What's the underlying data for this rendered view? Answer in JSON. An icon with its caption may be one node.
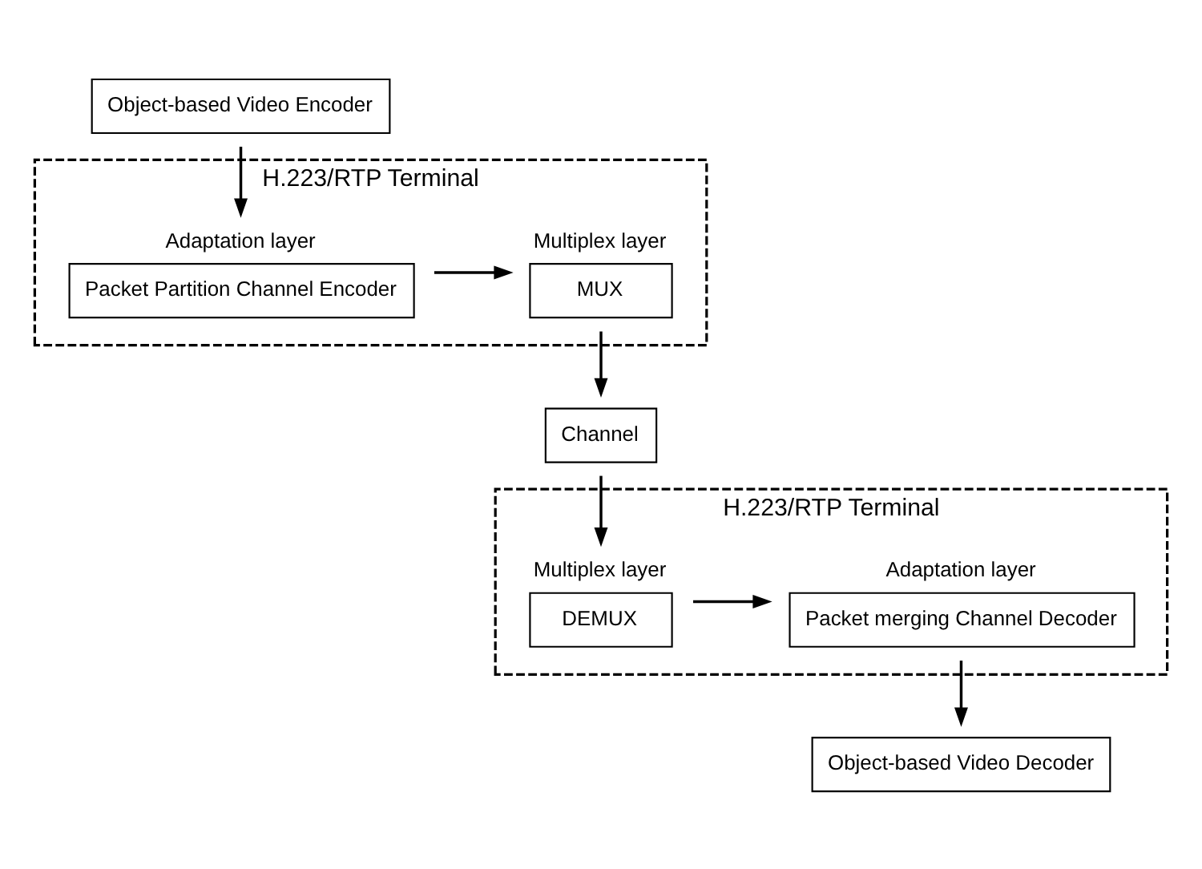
{
  "diagram": {
    "nodes": [
      {
        "text": [
          "H.223/RTP Terminal"
        ]
      },
      {
        "text": [
          "Object-based Video Encoder"
        ]
      },
      {
        "text": [
          "Packet Partition Channel Encoder"
        ],
        "in": 0,
        "beside": [
          "Adaptation layer"
        ]
      },
      {
        "text": [
          "MUX"
        ],
        "in": 0,
        "beside": [
          "Multiplex layer"
        ]
      },
      {
        "text": [
          "Channel"
        ]
      },
      {
        "text": [
          "H.223/RTP Terminal"
        ]
      },
      {
        "text": [
          "DEMUX"
        ],
        "in": 5,
        "beside": [
          "Multiplex layer"
        ]
      },
      {
        "text": [
          "Packet merging Channel Decoder"
        ],
        "in": 5,
        "beside": [
          "Adaptation layer"
        ]
      },
      {
        "text": [
          "Object-based Video Decoder"
        ]
      }
    ],
    "edges": [
      {
        "from": 1,
        "to": 2,
        "arrow": "to"
      },
      {
        "from": 2,
        "to": 3,
        "arrow": "to"
      },
      {
        "from": 3,
        "to": 4,
        "arrow": "to"
      },
      {
        "from": 4,
        "to": 6,
        "arrow": "to"
      },
      {
        "from": 6,
        "to": 7,
        "arrow": "to"
      },
      {
        "from": 7,
        "to": 8,
        "arrow": "to"
      }
    ]
  }
}
